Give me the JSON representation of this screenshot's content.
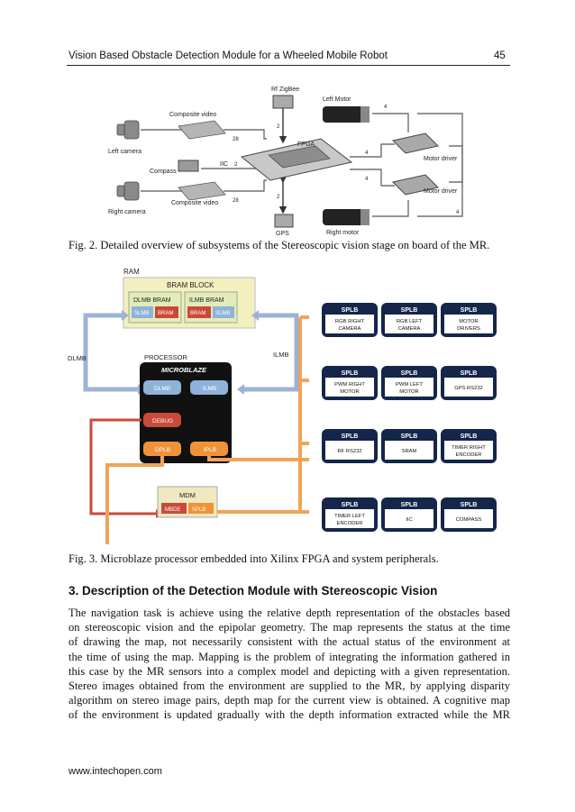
{
  "header": {
    "title": "Vision Based Obstacle Detection Module for a Wheeled Mobile Robot",
    "page_number": "45"
  },
  "figure2": {
    "labels": {
      "rf_zigbee": "Rf ZigBee",
      "left_motor": "Left Motor",
      "composite_video_top": "Composite video",
      "left_camera": "Left camera",
      "fpga": "FPGA",
      "motor_driver_top": "Motor driver",
      "compass": "Compass",
      "iic": "IIC",
      "motor_driver_bottom": "Motor driver",
      "right_camera": "Right camera",
      "composite_video_bottom": "Composite video",
      "gps": "GPS",
      "right_motor": "Right motor",
      "bus_28_top": "28",
      "bus_28_bottom": "28",
      "bus_2_a": "2",
      "bus_2_b": "2",
      "bus_2_iic": "2",
      "bus_4_a": "4",
      "bus_4_b": "4",
      "bus_4_c": "4",
      "bus_4_d": "4"
    },
    "caption": "Fig. 2. Detailed overview of subsystems of the Stereoscopic vision stage on board of the MR."
  },
  "figure3": {
    "ram": "RAM",
    "bram_block": "BRAM BLOCK",
    "dlmb_bram": "DLMB BRAM",
    "ilmb_bram": "ILMB BRAM",
    "slmb": "SLMB",
    "bram": "BRAM",
    "dlmb": "DLMB",
    "ilmb": "ILMB",
    "processor": "PROCESSOR",
    "microblaze": "MICROBLAZE",
    "proc_dlmb": "DLMB",
    "proc_ilmb": "ILMB",
    "debug": "DEBUG",
    "dplb": "DPLB",
    "iplb": "IPLB",
    "mdm": "MDM",
    "mdm_mbde": "MBDE",
    "mdm_splb": "SPLB",
    "splb_tag": "SPLB",
    "peripherals": [
      [
        "RGB RIGHT",
        "CAMERA"
      ],
      [
        "RGB LEFT",
        "CAMERA"
      ],
      [
        "MOTOR",
        "DRIVERS"
      ],
      [
        "PWM RIGHT",
        "MOTOR"
      ],
      [
        "PWM LEFT",
        "MOTOR"
      ],
      [
        "GPS RS232",
        ""
      ],
      [
        "RF RS232",
        ""
      ],
      [
        "SRAM",
        ""
      ],
      [
        "TIMER RIGHT",
        "ENCODER"
      ],
      [
        "TIMER LEFT",
        "ENCODER"
      ],
      [
        "IIC",
        ""
      ],
      [
        "COMPASS",
        ""
      ]
    ],
    "caption": "Fig. 3. Microblaze processor embedded into Xilinx FPGA and system peripherals."
  },
  "section": {
    "title": "3.  Description of the Detection Module with Stereoscopic Vision"
  },
  "body_lines": [
    " The navigation task is achieve using the relative depth representation of the obstacles based",
    "on stereoscopic vision and the epipolar geometry.  The map represents the status at the time",
    "of drawing the map, not necessarily consistent with the actual status of the environment at",
    "the time of using the map. Mapping is the problem of integrating the information gathered in",
    "this case by the MR sensors into a complex model and depicting with a given representation.",
    "Stereo images obtained from the environment are supplied to the MR, by applying disparity",
    "algorithm on stereo image pairs, depth map for the current view is obtained.  A cognitive map",
    "of the environment is updated gradually with the depth information extracted while the MR"
  ],
  "footer": {
    "url": "www.intechopen.com"
  }
}
